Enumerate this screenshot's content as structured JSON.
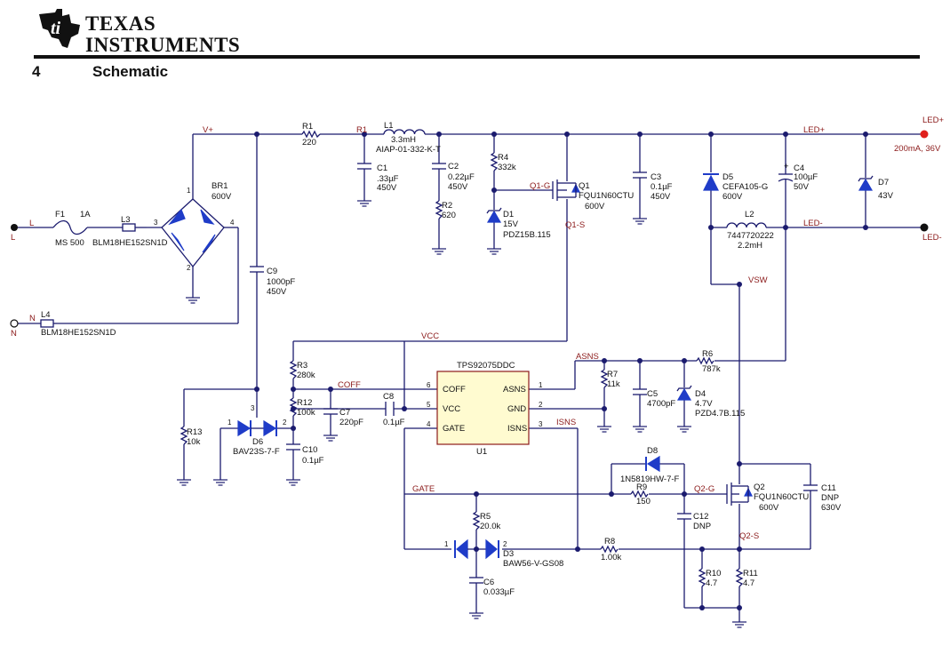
{
  "header": {
    "brand_line1": "Texas",
    "brand_line2": "Instruments",
    "section_number": "4",
    "section_title": "Schematic"
  },
  "nets": [
    "V+",
    "R1",
    "VCC",
    "COFF",
    "ASNS",
    "ISNS",
    "GATE",
    "Q1-G",
    "Q1-S",
    "Q2-G",
    "Q2-S",
    "VSW",
    "LED+",
    "LED-",
    "L",
    "N"
  ],
  "connectors": {
    "led_plus": "LED+",
    "led_minus": "LED-",
    "line": "L",
    "neutral": "N"
  },
  "output_spec": "200mA, 36V",
  "components": {
    "F1": [
      "F1",
      "1A",
      "MS 500"
    ],
    "L3": [
      "L3",
      "BLM18HE152SN1D"
    ],
    "L4": [
      "L4",
      "BLM18HE152SN1D"
    ],
    "BR1": [
      "BR1",
      "600V"
    ],
    "R1": [
      "R1",
      "220"
    ],
    "L1": [
      "L1",
      "3.3mH",
      "AIAP-01-332-K-T"
    ],
    "C1": [
      "C1",
      ".33µF",
      "450V"
    ],
    "C2": [
      "C2",
      "0.22µF",
      "450V"
    ],
    "R2": [
      "R2",
      "620"
    ],
    "R4": [
      "R4",
      "332k"
    ],
    "D1": [
      "D1",
      "15V",
      "PDZ15B.115"
    ],
    "Q1": [
      "Q1",
      "FQU1N60CTU",
      "600V"
    ],
    "C3": [
      "C3",
      "0.1µF",
      "450V"
    ],
    "D5": [
      "D5",
      "CEFA105-G",
      "600V"
    ],
    "C4": [
      "C4",
      "100µF",
      "50V"
    ],
    "D7": [
      "D7",
      "43V"
    ],
    "L2": [
      "L2",
      "7447720222",
      "2.2mH"
    ],
    "C9": [
      "C9",
      "1000pF",
      "450V"
    ],
    "R3": [
      "R3",
      "280k"
    ],
    "R12": [
      "R12",
      "100k"
    ],
    "C7": [
      "C7",
      "220pF"
    ],
    "C8": [
      "C8",
      "0.1µF"
    ],
    "R13": [
      "R13",
      "10k"
    ],
    "D6": [
      "D6",
      "BAV23S-7-F"
    ],
    "C10": [
      "C10",
      "0.1µF"
    ],
    "U1": [
      "TPS92075DDC",
      "U1"
    ],
    "R7": [
      "R7",
      "11k"
    ],
    "C5": [
      "C5",
      "4700pF"
    ],
    "D4": [
      "D4",
      "4.7V",
      "PZD4.7B.115"
    ],
    "R6": [
      "R6",
      "787k"
    ],
    "D8": [
      "D8",
      "1N5819HW-7-F"
    ],
    "R9": [
      "R9",
      "150"
    ],
    "C12": [
      "C12",
      "DNP"
    ],
    "Q2": [
      "Q2",
      "FQU1N60CTU",
      "600V"
    ],
    "C11": [
      "C11",
      "DNP",
      "630V"
    ],
    "R5": [
      "R5",
      "20.0k"
    ],
    "D3": [
      "D3",
      "BAW56-V-GS08"
    ],
    "R8": [
      "R8",
      "1.00k"
    ],
    "C6": [
      "C6",
      "0.033µF"
    ],
    "R10": [
      "R10",
      "4.7"
    ],
    "R11": [
      "R11",
      "4.7"
    ]
  },
  "ic_pins": {
    "left": [
      [
        "6",
        "COFF"
      ],
      [
        "5",
        "VCC"
      ],
      [
        "4",
        "GATE"
      ]
    ],
    "right": [
      [
        "1",
        "ASNS"
      ],
      [
        "2",
        "GND"
      ],
      [
        "3",
        "ISNS"
      ]
    ]
  },
  "pin_numbers": {
    "br1_ac_in": "3",
    "br1_ac_out": "4",
    "br1_plus": "1",
    "br1_minus": "2",
    "d6_a": "1",
    "d6_b": "2",
    "d6_c": "3",
    "d3_a": "1",
    "d3_b": "2"
  },
  "colors": {
    "wire": "#1b1b6e",
    "diode": "#1f3cc8",
    "net_label": "#8b1a1a",
    "connector": "#e0201c",
    "text": "#111111"
  }
}
